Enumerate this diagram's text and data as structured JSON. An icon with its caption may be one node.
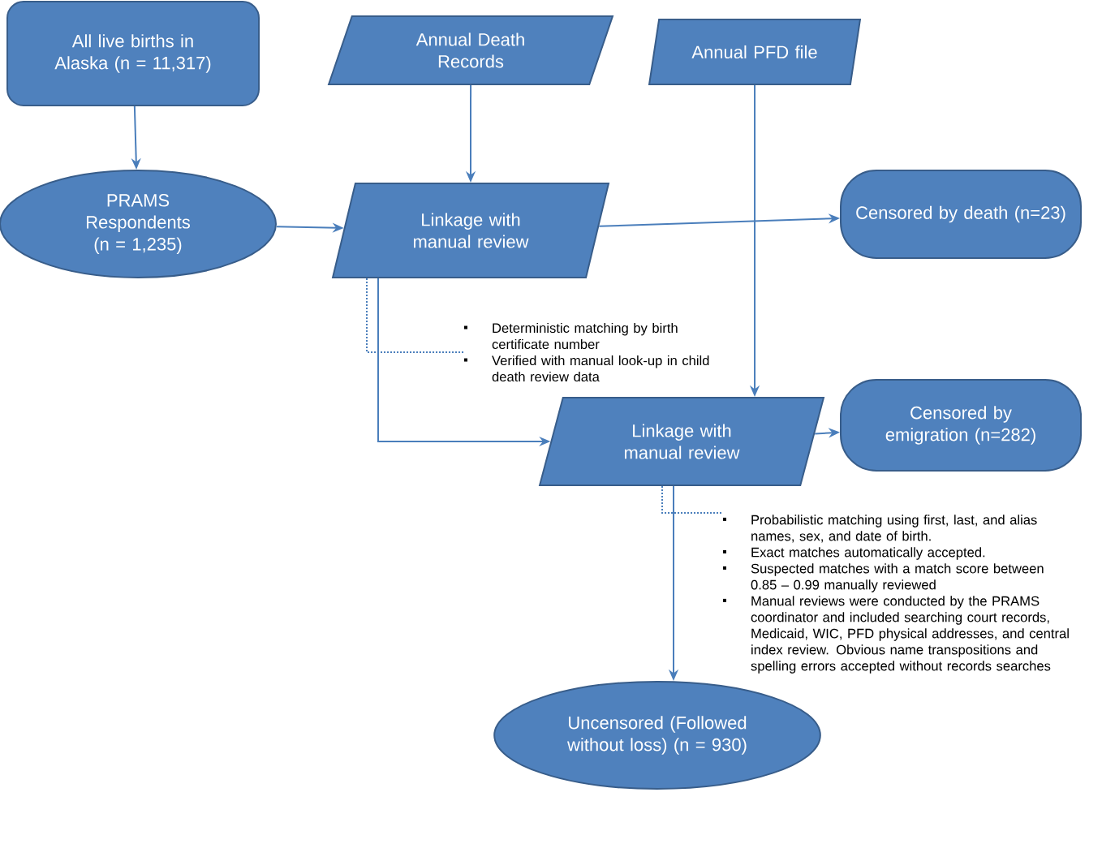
{
  "diagram": {
    "nodes": [
      {
        "text": [
          "All live births in Alaska (n = 11,317)"
        ]
      },
      {
        "text": [
          "Annual Death Records"
        ]
      },
      {
        "text": [
          "Annual PFD file"
        ]
      },
      {
        "text": [
          "PRAMS Respondents (n = 1,235)"
        ]
      },
      {
        "text": [
          "Linkage with manual review"
        ]
      },
      {
        "text": [
          "Censored by death (n=23)"
        ]
      },
      {
        "text": [
          "Linkage with manual review"
        ]
      },
      {
        "text": [
          "Censored by emigration (n=282)"
        ]
      },
      {
        "text": [
          "Uncensored (Followed without loss) (n = 930)"
        ]
      },
      {
        "text": [
          "Deterministic matching by birth certificate number",
          "Verified with manual look-up in child death review data"
        ]
      },
      {
        "text": [
          "Probabilistic matching using first, last, and alias names, sex, and date of birth.",
          "Exact matches automatically accepted.",
          "Suspected matches with a match score between 0.85 – 0.99  manually reviewed",
          "Manual reviews were conducted by the PRAMS coordinator and  included searching court records, Medicaid, WIC, PFD physical addresses, and central index review. Obvious name transpositions and spelling errors accepted without records searches"
        ]
      }
    ],
    "edges": [
      {
        "from": 0,
        "to": 3,
        "arrow": "to"
      },
      {
        "from": 1,
        "to": 4,
        "arrow": "to"
      },
      {
        "from": 3,
        "to": 4,
        "arrow": "to"
      },
      {
        "from": 4,
        "to": 5,
        "arrow": "to"
      },
      {
        "from": 2,
        "to": 6,
        "arrow": "to"
      },
      {
        "from": 4,
        "to": 6,
        "arrow": "to"
      },
      {
        "from": 6,
        "to": 7,
        "arrow": "to"
      },
      {
        "from": 6,
        "to": 8,
        "arrow": "to"
      },
      {
        "from": 4,
        "to": 9,
        "arrow": "none",
        "style": "dashed"
      },
      {
        "from": 6,
        "to": 10,
        "arrow": "none",
        "style": "dashed"
      }
    ]
  }
}
